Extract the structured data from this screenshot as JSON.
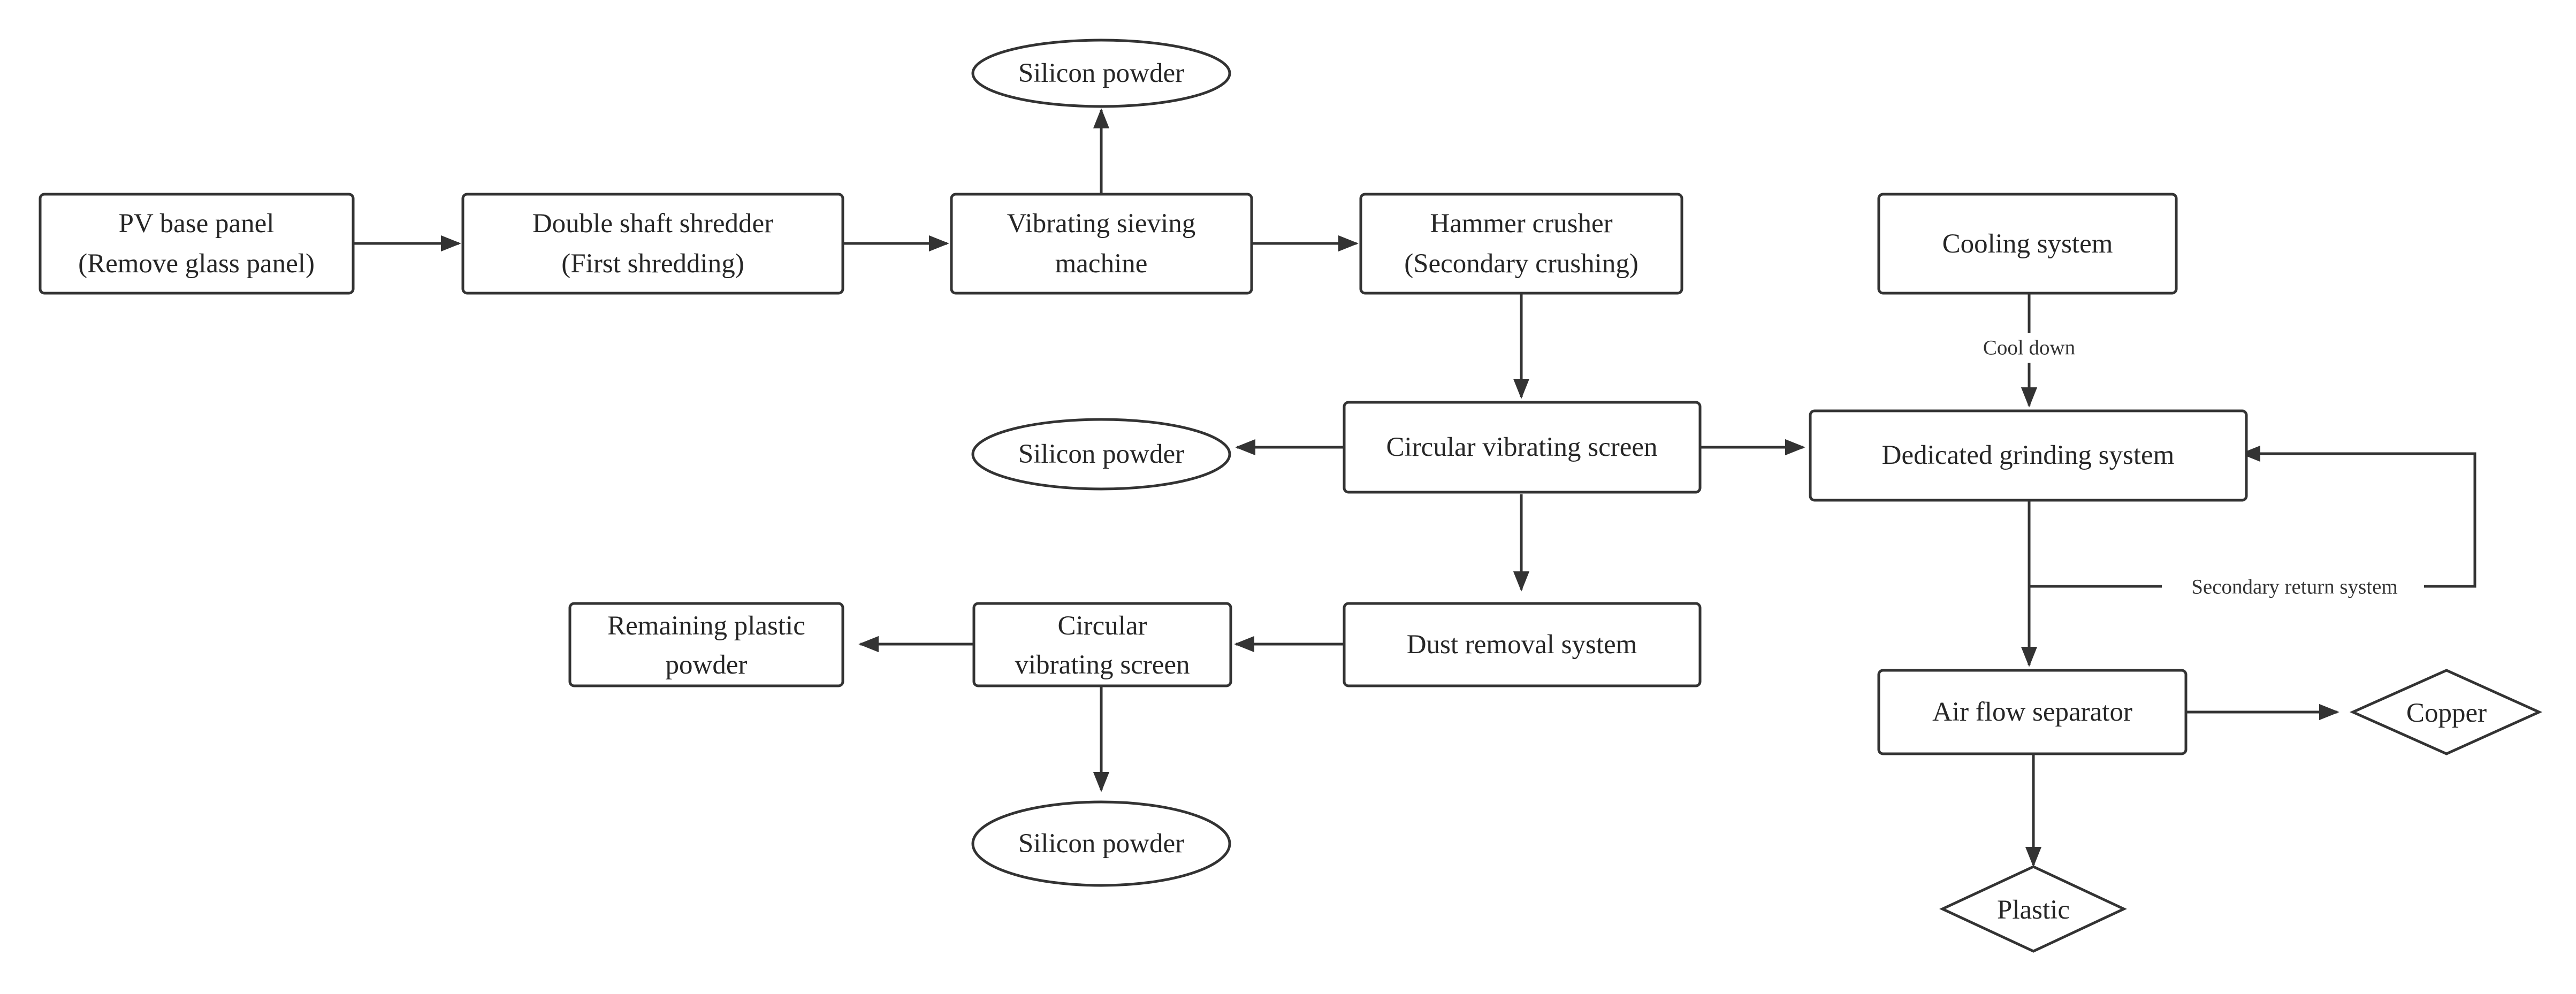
{
  "colors": {
    "stroke": "#333333",
    "text": "#262626",
    "background": "#ffffff"
  },
  "nodes": {
    "pv_panel": [
      "PV base panel",
      "(Remove glass panel)"
    ],
    "shredder": [
      "Double shaft shredder",
      "(First shredding)"
    ],
    "sieving": [
      "Vibrating sieving",
      "machine"
    ],
    "hammer": [
      "Hammer crusher",
      "(Secondary crushing)"
    ],
    "cooling": "Cooling system",
    "silicon_top": "Silicon powder",
    "circular_screen_1": "Circular vibrating screen",
    "silicon_mid": "Silicon powder",
    "grinding": "Dedicated grinding system",
    "dust": "Dust removal system",
    "circular_screen_2": [
      "Circular",
      "vibrating screen"
    ],
    "remaining_plastic": [
      "Remaining plastic",
      "powder"
    ],
    "silicon_bottom": "Silicon powder",
    "air_separator": "Air flow separator",
    "copper": "Copper",
    "plastic": "Plastic"
  },
  "edge_labels": {
    "cool_down": "Cool down",
    "secondary_return": "Secondary return system"
  }
}
